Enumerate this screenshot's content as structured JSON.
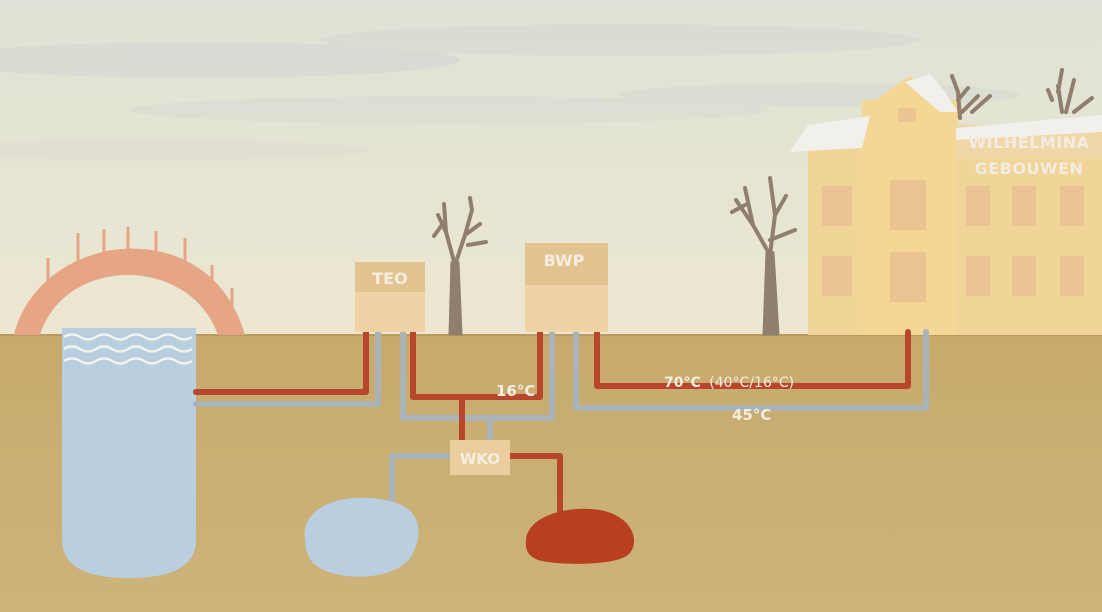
{
  "labels": {
    "teo": "TEO",
    "bwp": "BWP",
    "wko": "WKO",
    "temp_16": "16°C",
    "temp_70": "70°C",
    "temp_70_paren": "(40°C/16°C)",
    "temp_45": "45°C",
    "building_line1": "WILHELMINA",
    "building_line2": "GEBOUWEN"
  },
  "colors": {
    "sky": "#e9e7d6",
    "ground": "#c9ad72",
    "hot_pipe": "#b8462c",
    "cold_pipe": "#aab4b8",
    "water": "#b9cfe0",
    "hot_aquifer": "#b8401f",
    "bridge": "#e6a585",
    "tree": "#8f7f6c",
    "building": "#f0d498",
    "box": "#efd1a0"
  }
}
